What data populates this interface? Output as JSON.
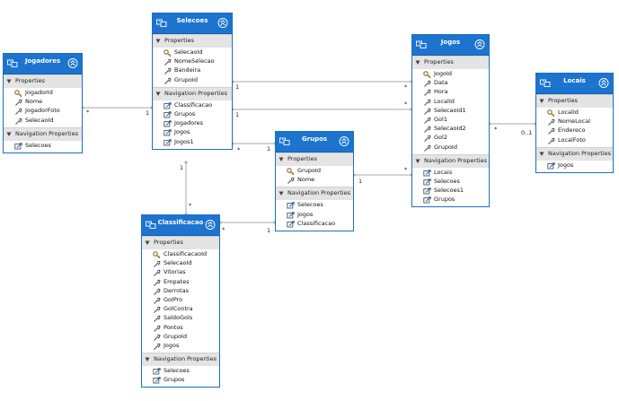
{
  "sections": {
    "properties": "Properties",
    "navigation": "Navigation Properties"
  },
  "entities": {
    "jogadores": {
      "title": "Jogadores",
      "properties": [
        "JogadorId",
        "Nome",
        "JogadorFoto",
        "SelecaoId"
      ],
      "key_property": "JogadorId",
      "navigation": [
        "Selecoes"
      ]
    },
    "selecoes": {
      "title": "Selecoes",
      "properties": [
        "SelecaoId",
        "NomeSelecao",
        "Bandeira",
        "GrupoId"
      ],
      "key_property": "SelecaoId",
      "navigation": [
        "Classificacao",
        "Grupos",
        "Jogadores",
        "Jogos",
        "Jogos1"
      ]
    },
    "jogos": {
      "title": "Jogos",
      "properties": [
        "JogoId",
        "Data",
        "Hora",
        "LocalId",
        "SelecaoId1",
        "Gol1",
        "SelecaoId2",
        "Gol2",
        "GrupoId"
      ],
      "key_property": "JogoId",
      "navigation": [
        "Locais",
        "Selecoes",
        "Selecoes1",
        "Grupos"
      ]
    },
    "locais": {
      "title": "Locais",
      "properties": [
        "LocalId",
        "NomeLocal",
        "Endereco",
        "LocalFoto"
      ],
      "key_property": "LocalId",
      "navigation": [
        "Jogos"
      ]
    },
    "grupos": {
      "title": "Grupos",
      "properties": [
        "GrupoId",
        "Nome"
      ],
      "key_property": "GrupoId",
      "navigation": [
        "Selecoes",
        "Jogos",
        "Classificacao"
      ]
    },
    "classificacao": {
      "title": "Classificacao",
      "properties": [
        "ClassificacaoId",
        "SelecaoId",
        "Vitorias",
        "Empates",
        "Derrotas",
        "GolPro",
        "GolContra",
        "SaldoGols",
        "Pontos",
        "GrupoId",
        "Jogos"
      ],
      "key_property": "ClassificacaoId",
      "navigation": [
        "Selecoes",
        "Grupos"
      ]
    }
  },
  "associations": [
    {
      "from": "jogadores",
      "to": "selecoes",
      "from_mult": "*",
      "to_mult": "1"
    },
    {
      "from": "selecoes",
      "to": "jogos",
      "from_mult": "1",
      "to_mult": "*"
    },
    {
      "from": "selecoes",
      "to": "jogos",
      "from_mult": "1",
      "to_mult": "*"
    },
    {
      "from": "selecoes",
      "to": "grupos",
      "from_mult": "*",
      "to_mult": "1"
    },
    {
      "from": "selecoes",
      "to": "classificacao",
      "from_mult": "1",
      "to_mult": "*"
    },
    {
      "from": "jogos",
      "to": "locais",
      "from_mult": "*",
      "to_mult": "0..1"
    },
    {
      "from": "grupos",
      "to": "jogos",
      "from_mult": "1",
      "to_mult": "*"
    },
    {
      "from": "grupos",
      "to": "classificacao",
      "from_mult": "1",
      "to_mult": "*"
    }
  ]
}
